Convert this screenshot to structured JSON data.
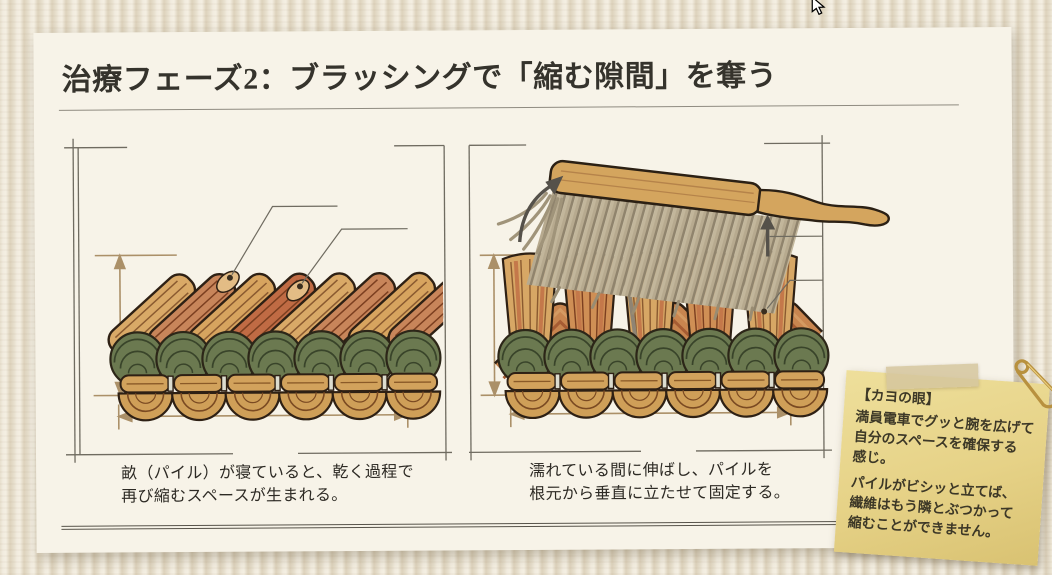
{
  "title": "治療フェーズ2：ブラッシングで「縮む隙間」を奪う",
  "figures": {
    "left": {
      "caption": [
        "畝（パイル）が寝ていると、乾く過程で",
        "再び縮むスペースが生まれる。"
      ]
    },
    "right": {
      "caption": [
        "濡れている間に伸ばし、パイルを",
        "根元から垂直に立たせて固定する。"
      ]
    }
  },
  "sticky_note": {
    "heading": "【カヨの眼】",
    "lines": [
      "満員電車でグッと腕を広げて",
      "自分のスペースを確保する",
      "感じ。",
      "パイルがビシッと立てば、",
      "繊維はもう隣とぶつかって",
      "縮むことができません。"
    ]
  },
  "colors": {
    "background_weave": "#e9e1d0",
    "card": "#f7f3e8",
    "title_text": "#35332c",
    "frame_line": "#6f6b60",
    "dimension_arrow": "#ab9068",
    "pile_tan": "#d9a967",
    "pile_rust": "#c8855a",
    "yarn_green": "#6b7950",
    "backing_tan": "#d2a25c",
    "outline_dark": "#2e2014",
    "note_yellow": "#e6d287",
    "note_text": "#3d3827",
    "pin_gold": "#b8913f",
    "motion_arrow": "#55514a"
  }
}
